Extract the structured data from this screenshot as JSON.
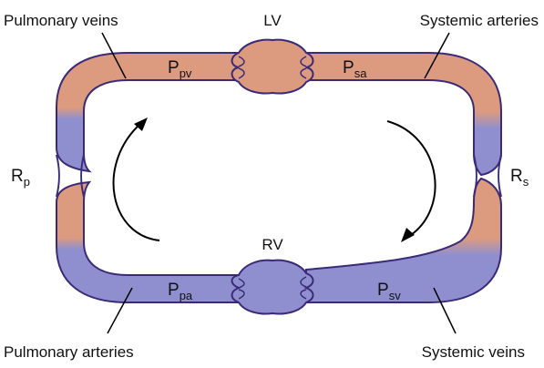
{
  "labels": {
    "lv": "LV",
    "rv": "RV",
    "pulmonary_veins": "Pulmonary veins",
    "systemic_arteries": "Systemic arteries",
    "pulmonary_arteries": "Pulmonary arteries",
    "systemic_veins": "Systemic veins",
    "rp": {
      "main": "R",
      "sub": "p"
    },
    "rs": {
      "main": "R",
      "sub": "s"
    },
    "ppv": {
      "main": "P",
      "sub": "pv"
    },
    "psa": {
      "main": "P",
      "sub": "sa"
    },
    "ppa": {
      "main": "P",
      "sub": "pa"
    },
    "psv": {
      "main": "P",
      "sub": "sv"
    }
  },
  "colors": {
    "arterial_oxygenated": "#dc9b7f",
    "venous_deoxygenated": "#8f8fcf",
    "outline": "#3a2a78"
  }
}
